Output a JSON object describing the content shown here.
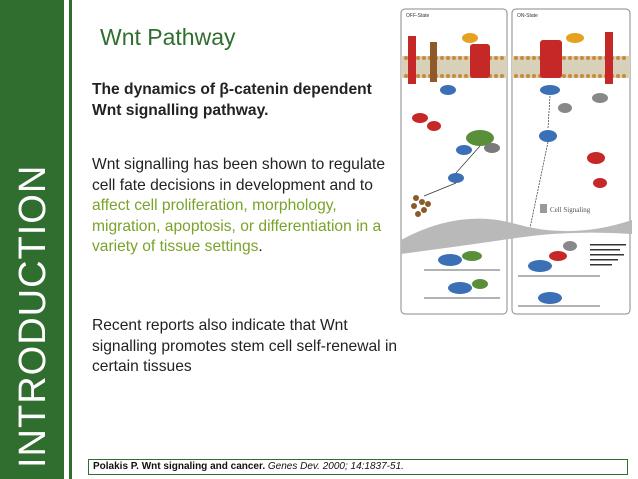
{
  "sidebar": {
    "label": "INTRODUCTION"
  },
  "title": "Wnt Pathway",
  "subtitle": "The dynamics of β-catenin dependent Wnt signalling pathway.",
  "paragraph1": {
    "before": "Wnt signalling has been shown to regulate cell fate decisions in development and to ",
    "highlight": "affect cell proliferation, morphology, migration, apoptosis, or differentiation in a variety of tissue settings",
    "after": "."
  },
  "paragraph2": "Recent reports also indicate that Wnt signalling promotes stem cell self-renewal in certain tissues",
  "footer": {
    "authors": "Polakis P.",
    "article": " Wnt signaling and cancer. ",
    "journal": "Genes Dev. 2000; 14:1837-51."
  },
  "diagram": {
    "panel_off_label": "OFF-State",
    "panel_on_label": "ON-State",
    "logo_text": "Cell Signaling",
    "colors": {
      "accent": "#2f6e2f",
      "highlight": "#7aa329",
      "receptor": "#c62828",
      "membrane": "#e0b040"
    }
  }
}
